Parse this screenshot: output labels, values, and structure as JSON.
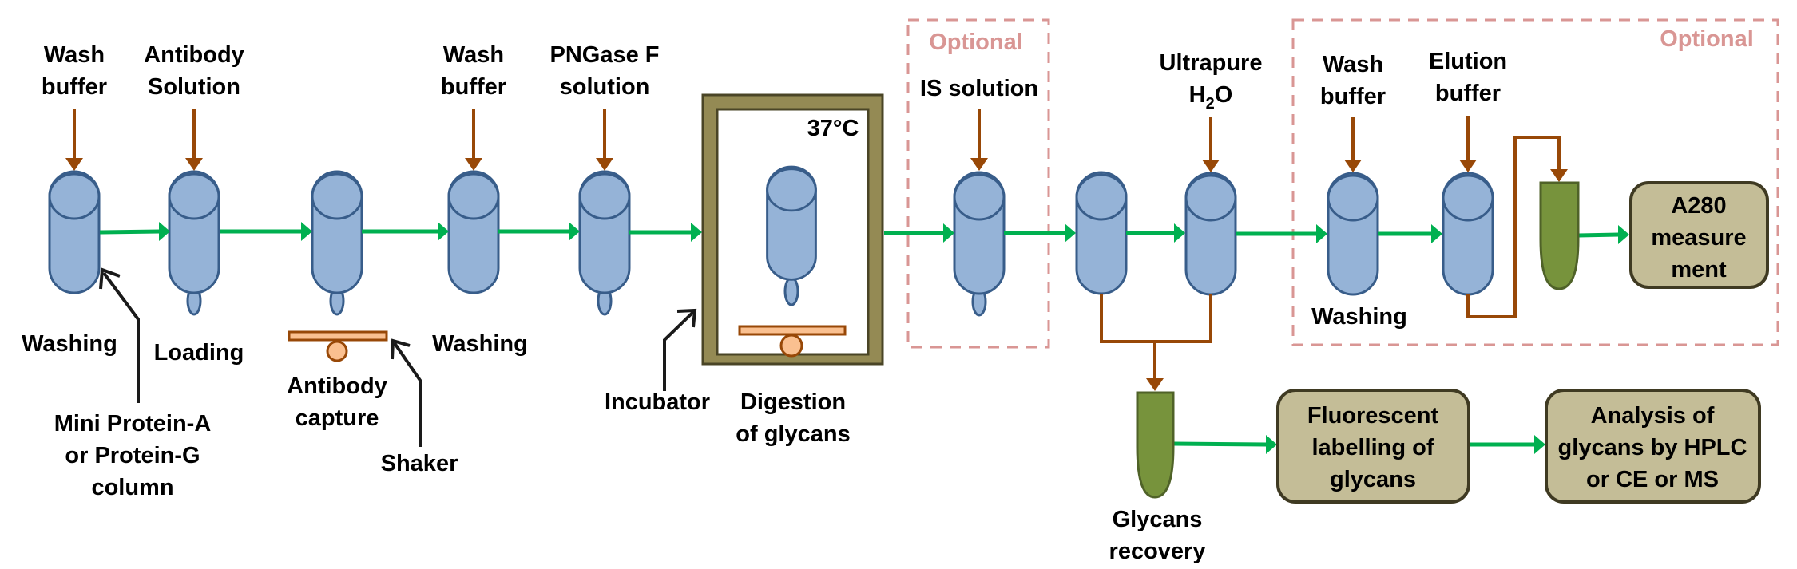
{
  "title": "Antibody N-glycan release workflow on mini Protein-A/G columns",
  "colors": {
    "column_fill": "#95B3D7",
    "column_stroke": "#385D8A",
    "reagent_arrow": "#984807",
    "flow_arrow": "#00B050",
    "incubator": "#948A54",
    "process_box": "#C4BD97",
    "tube": "#77933C",
    "optional": "#D99694",
    "shaker": "#FAC090"
  },
  "reagents": [
    {
      "line1": "Wash",
      "line2": "buffer"
    },
    {
      "line1": "Antibody",
      "line2": "Solution"
    },
    {
      "line1": "Wash",
      "line2": "buffer"
    },
    {
      "line1": "PNGase F",
      "line2": "solution"
    },
    {
      "line1": "IS solution"
    },
    {
      "line1": "Ultrapure",
      "line2": "H",
      "line2_sub": "2",
      "line2_tail": "O"
    },
    {
      "line1": "Wash",
      "line2": "buffer"
    },
    {
      "line1": "Elution",
      "line2": "buffer"
    }
  ],
  "steps": {
    "washing_1": "Washing",
    "loading": "Loading",
    "antibody_capture": [
      "Antibody",
      "capture"
    ],
    "washing_2": "Washing",
    "digestion": [
      "Digestion",
      "of glycans"
    ],
    "washing_3": "Washing",
    "glycans_recovery": [
      "Glycans",
      "recovery"
    ]
  },
  "callouts": {
    "column": [
      "Mini Protein-A",
      "or Protein-G",
      "column"
    ],
    "shaker": "Shaker",
    "incubator": "Incubator"
  },
  "incubator": {
    "temperature": "37°C"
  },
  "optional_label": "Optional",
  "boxes": {
    "a280": [
      "A280",
      "measure",
      "ment"
    ],
    "fluorescent": [
      "Fluorescent",
      "labelling of",
      "glycans"
    ],
    "analysis": [
      "Analysis of",
      "glycans by HPLC",
      "or CE or MS"
    ]
  }
}
